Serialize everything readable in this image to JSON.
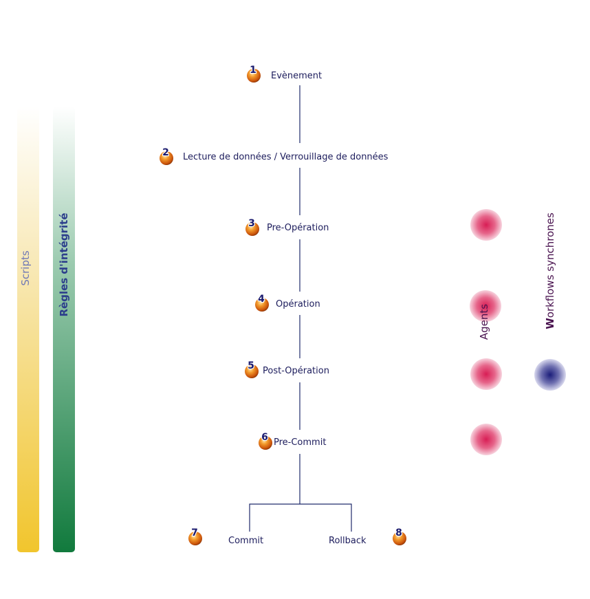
{
  "bars": {
    "scripts": {
      "label": "Scripts",
      "color_top": "#ffffff",
      "color_bottom": "#f1c52d",
      "label_color": "#6f78b5"
    },
    "integrity_rules": {
      "label": "Règles d'intégrité",
      "color_top": "#ffffff",
      "color_bottom": "#117a3d",
      "label_color": "#2d3f8c"
    }
  },
  "steps": [
    {
      "number": "1",
      "label": "Evènement"
    },
    {
      "number": "2",
      "label": "Lecture de données / Verrouillage de données"
    },
    {
      "number": "3",
      "label": "Pre-Opération"
    },
    {
      "number": "4",
      "label": "Opération"
    },
    {
      "number": "5",
      "label": "Post-Opération"
    },
    {
      "number": "6",
      "label": "Pre-Commit"
    },
    {
      "number": "7",
      "label": "Commit"
    },
    {
      "number": "8",
      "label": "Rollback"
    }
  ],
  "side_columns": {
    "agents": {
      "label": "Agents",
      "color": "#d81e55",
      "steps": [
        "3",
        "4",
        "5",
        "6"
      ]
    },
    "workflows": {
      "label_first_letter": "W",
      "label_rest": "orkflows synchrones",
      "color": "#1b1d7a",
      "steps": [
        "5"
      ]
    }
  },
  "colors": {
    "line": "#1f2a6b",
    "step_ball": "#e0690e",
    "step_ball_highlight": "#ffcc66"
  }
}
